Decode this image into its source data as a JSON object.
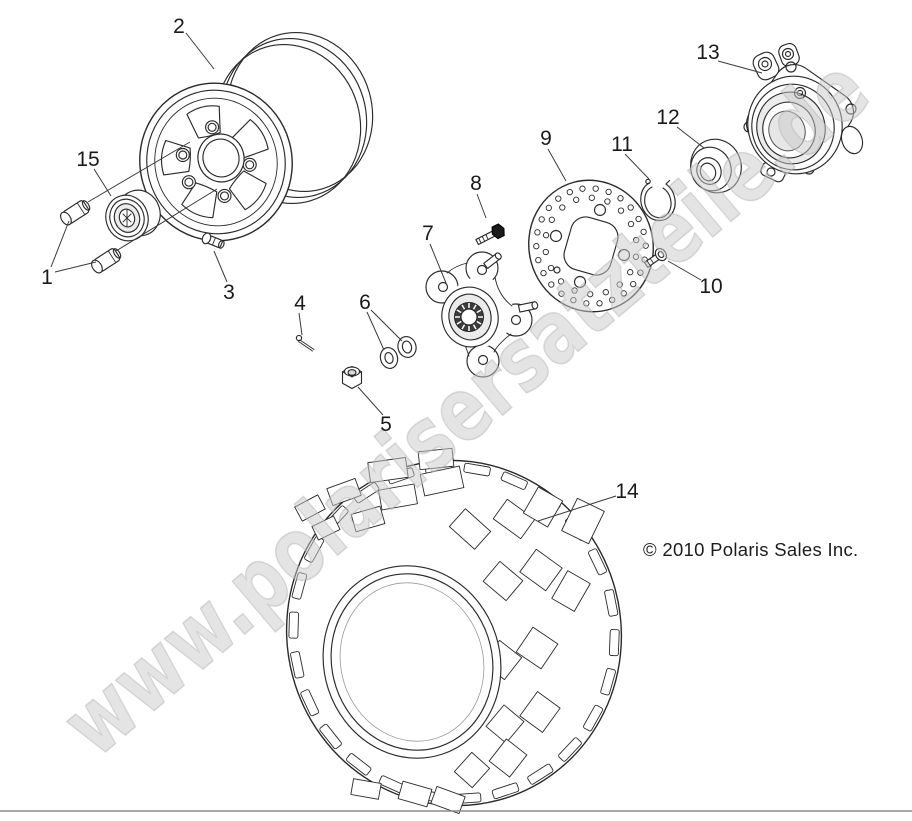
{
  "callouts": [
    {
      "number": "1"
    },
    {
      "number": "2"
    },
    {
      "number": "3"
    },
    {
      "number": "4"
    },
    {
      "number": "5"
    },
    {
      "number": "6"
    },
    {
      "number": "7"
    },
    {
      "number": "8"
    },
    {
      "number": "9"
    },
    {
      "number": "10"
    },
    {
      "number": "11"
    },
    {
      "number": "12"
    },
    {
      "number": "13"
    },
    {
      "number": "14"
    },
    {
      "number": "15"
    }
  ],
  "watermark": {
    "text": "www.polarisersatzteile.de",
    "fill_color": "#c9c9c9",
    "outline_color": "#b2b2b2"
  },
  "copyright": {
    "text": "© 2010 Polaris Sales Inc."
  },
  "colors": {
    "line": "#2a2a2a",
    "background": "#ffffff",
    "divider": "#8a8a8a"
  }
}
